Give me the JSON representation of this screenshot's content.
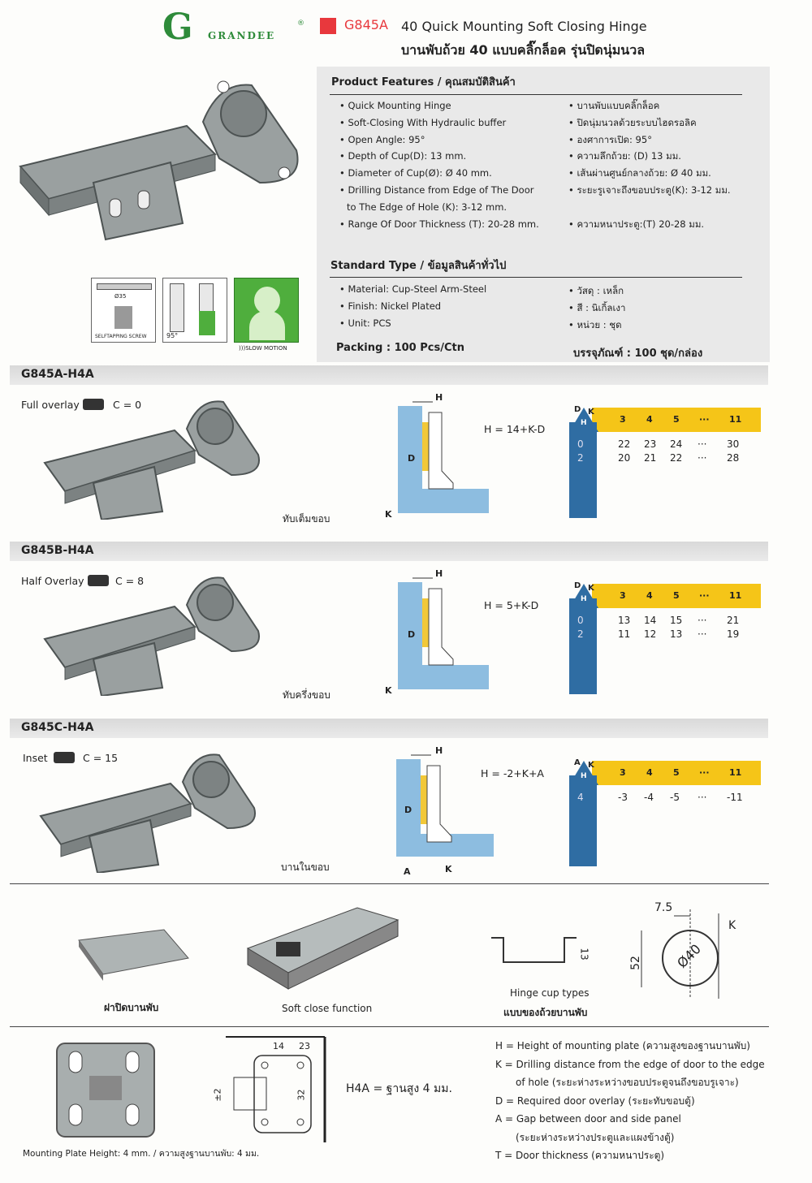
{
  "header": {
    "logo_letter": "G",
    "logo_text": "GRANDEE",
    "logo_mark": "®",
    "model": "G845A",
    "title_en": "40 Quick Mounting Soft Closing Hinge",
    "title_th": "บานพับถ้วย 40 แบบคลิ๊กล็อค รุ่นปิดนุ่มนวล",
    "accent_color": "#e8383d"
  },
  "features": {
    "heading": "Product Features / คุณสมบัติสินค้า",
    "en": [
      "Quick Mounting Hinge",
      "Soft-Closing With Hydraulic buffer",
      "Open Angle:  95°",
      "Depth of Cup(D):  13 mm.",
      "Diameter of Cup(Ø): Ø 40 mm.",
      "Drilling Distance from Edge of The Door",
      "to The Edge of Hole (K): 3-12 mm.",
      "Range Of Door Thickness (T):  20-28 mm."
    ],
    "th": [
      "บานพับแบบคลิ๊กล็อค",
      "ปิดนุ่มนวลด้วยระบบไฮดรอลิค",
      "องศาการเปิด:   95°",
      "ความลึกถ้วย: (D) 13 มม.",
      "เส้นผ่านศูนย์กลางถ้วย: Ø 40 มม.",
      "ระยะรูเจาะถึงขอบประตู(K):  3-12 มม.",
      "ความหนาประตู:(T)   20-28 มม."
    ]
  },
  "standard": {
    "heading": "Standard Type / ข้อมูลสินค้าทั่วไป",
    "en": [
      "Material: Cup-Steel Arm-Steel",
      "Finish:  Nickel Plated",
      "Unit:  PCS"
    ],
    "th": [
      "วัสดุ : เหล็ก",
      "สี : นิเกิ้ลเงา",
      "หน่วย : ชุด"
    ],
    "packing_en": "Packing : 100 Pcs/Ctn",
    "packing_th": "บรรจุภัณฑ์ : 100 ชุด/กล่อง"
  },
  "icons": {
    "cup_label": "Ø35",
    "screw_label": "SELFTAPPING SCREW",
    "angle_label": "95°",
    "slow_label": ")))SLOW MOTION"
  },
  "variants": [
    {
      "code": "G845A-H4A",
      "overlay": "Full overlay",
      "c": "C = 0",
      "thai": "ทับเต็มขอบ",
      "formula": "H = 14+K-D",
      "corner_top": "D",
      "corner_right": "K",
      "corner_bottom": "H",
      "cols": [
        "3",
        "4",
        "5",
        "···",
        "11"
      ],
      "rows": [
        {
          "key": "0",
          "vals": [
            "22",
            "23",
            "24",
            "···",
            "30"
          ]
        },
        {
          "key": "2",
          "vals": [
            "20",
            "21",
            "22",
            "···",
            "28"
          ]
        }
      ],
      "dim_top": "H",
      "dim_side": "D",
      "dim_bottom": "K",
      "dim_bottom2": ""
    },
    {
      "code": "G845B-H4A",
      "overlay": "Half Overlay",
      "c": "C = 8",
      "thai": "ทับครึ่งขอบ",
      "formula": "H = 5+K-D",
      "corner_top": "D",
      "corner_right": "K",
      "corner_bottom": "H",
      "cols": [
        "3",
        "4",
        "5",
        "···",
        "11"
      ],
      "rows": [
        {
          "key": "0",
          "vals": [
            "13",
            "14",
            "15",
            "···",
            "21"
          ]
        },
        {
          "key": "2",
          "vals": [
            "11",
            "12",
            "13",
            "···",
            "19"
          ]
        }
      ],
      "dim_top": "H",
      "dim_side": "D",
      "dim_bottom": "K",
      "dim_bottom2": ""
    },
    {
      "code": "G845C-H4A",
      "overlay": "Inset",
      "c": "C = 15",
      "thai": "บานในขอบ",
      "formula": "H = -2+K+A",
      "corner_top": "A",
      "corner_right": "K",
      "corner_bottom": "H",
      "cols": [
        "3",
        "4",
        "5",
        "···",
        "11"
      ],
      "rows": [
        {
          "key": "4",
          "vals": [
            "-3",
            "-4",
            "-5",
            "···",
            "-11"
          ]
        }
      ],
      "dim_top": "H",
      "dim_side": "D",
      "dim_bottom": "K",
      "dim_bottom2": "A"
    }
  ],
  "accessories": {
    "cover_label": "ฝาปิดบานพับ",
    "soft_label": "Soft close function",
    "cup_types_en": "Hinge cup types",
    "cup_types_th": "แบบของถ้วยบานพับ",
    "cup_depth": "13",
    "cup_height": "52",
    "cup_dia": "Ø40",
    "cup_offset": "7.5",
    "cup_k": "K"
  },
  "plate": {
    "caption": "Mounting Plate Height: 4 mm.  / ความสูงฐานบานพับ: 4 มม.",
    "dim_a": "14",
    "dim_b": "23",
    "dim_c": "32",
    "dim_d": "±2",
    "h4a": "H4A = ฐานสูง 4 มม."
  },
  "legend": [
    "H = Height of mounting plate (ความสูงของฐานบานพับ)",
    "K = Drilling distance from the edge of door to the edge",
    "of hole (ระยะห่างระหว่างขอบประตูจนถึงขอบรูเจาะ)",
    "D = Required door overlay (ระยะทับขอบตู้)",
    "A = Gap between door and side panel",
    "(ระยะห่างระหว่างประตูและแผงข้างตู้)",
    "T = Door thickness (ความหนาประตู)"
  ]
}
